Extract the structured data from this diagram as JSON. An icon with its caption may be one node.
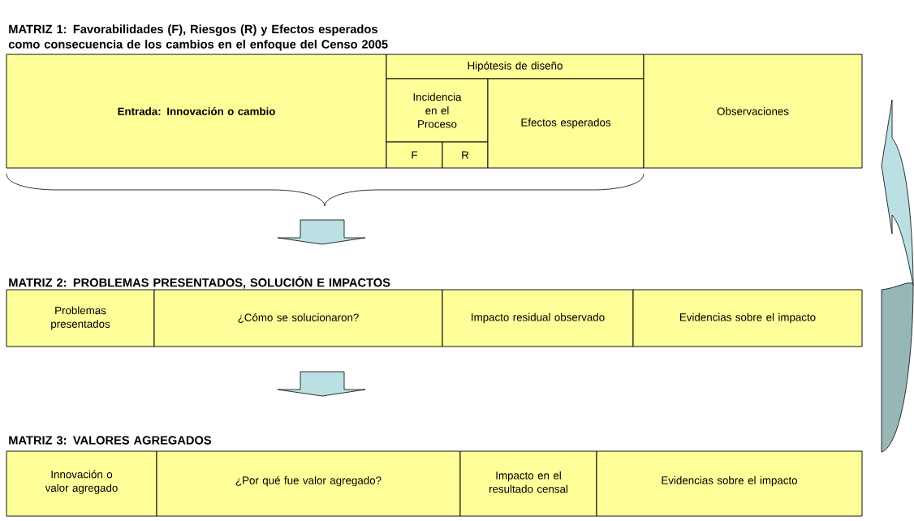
{
  "diagram": {
    "nodes": [
      {
        "text": [
          "Entrada: Innovación o cambio"
        ]
      },
      {
        "text": [
          "Hipótesis de diseño"
        ]
      },
      {
        "text": [
          "Incidencia en el Proceso"
        ]
      },
      {
        "text": [
          "F"
        ]
      },
      {
        "text": [
          "R"
        ]
      },
      {
        "text": [
          "Efectos esperados"
        ]
      },
      {
        "text": [
          "Observaciones"
        ]
      },
      {
        "text": [
          "Problemas presentados"
        ]
      },
      {
        "text": [
          "¿Cómo se solucionaron?"
        ]
      },
      {
        "text": [
          "Impacto residual observado"
        ]
      },
      {
        "text": [
          "Evidencias sobre el impacto"
        ]
      },
      {
        "text": [
          "Innovación o valor agregado"
        ]
      },
      {
        "text": [
          "¿Por qué fue valor agregado?"
        ]
      },
      {
        "text": [
          "Impacto en el resultado censal"
        ]
      },
      {
        "text": [
          "Evidencias sobre el impacto"
        ]
      }
    ],
    "labels": [
      "MATRIZ 1: Favorabilidades (F), Riesgos (R) y Efectos esperados como consecuencia de los cambios en el enfoque del Censo 2005",
      "MATRIZ 2: PROBLEMAS PRESENTADOS, SOLUCIÓN E IMPACTOS",
      "MATRIZ 3: VALORES AGREGADOS"
    ]
  }
}
